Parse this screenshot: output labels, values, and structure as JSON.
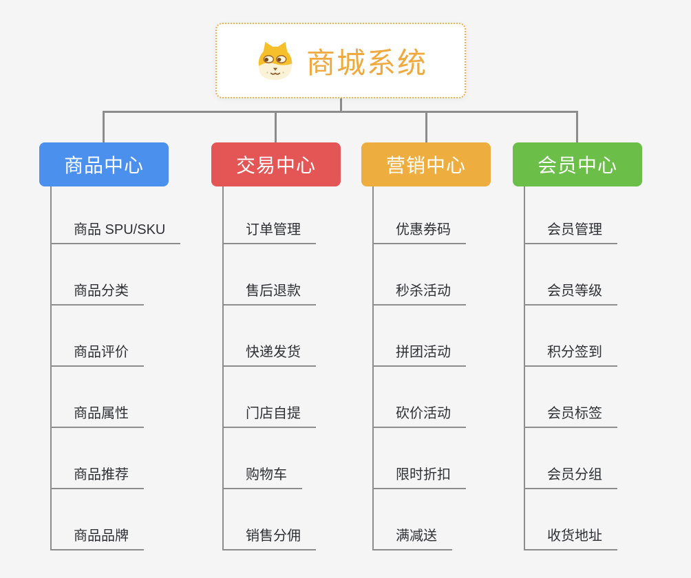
{
  "theme": {
    "canvas_bg": "#F5F5F6",
    "connector": "#8C8C8C",
    "leaf_text": "#2E3034",
    "leaf_line": "#8C8C8C",
    "root_accent": "#EFA93F",
    "root_border": "#F2AC4B",
    "node_text": "#FFFFFF"
  },
  "root": {
    "label": "商城系统",
    "icon": "dog-face"
  },
  "branches": [
    {
      "label": "商品中心",
      "color": "#4A90EC",
      "items": [
        "商品 SPU/SKU",
        "商品分类",
        "商品评价",
        "商品属性",
        "商品推荐",
        "商品品牌"
      ]
    },
    {
      "label": "交易中心",
      "color": "#E45656",
      "items": [
        "订单管理",
        "售后退款",
        "快递发货",
        "门店自提",
        "购物车",
        "销售分佣"
      ]
    },
    {
      "label": "营销中心",
      "color": "#EDAE3F",
      "items": [
        "优惠券码",
        "秒杀活动",
        "拼团活动",
        "砍价活动",
        "限时折扣",
        "满减送"
      ]
    },
    {
      "label": "会员中心",
      "color": "#6BBE47",
      "items": [
        "会员管理",
        "会员等级",
        "积分签到",
        "会员标签",
        "会员分组",
        "收货地址"
      ]
    }
  ]
}
